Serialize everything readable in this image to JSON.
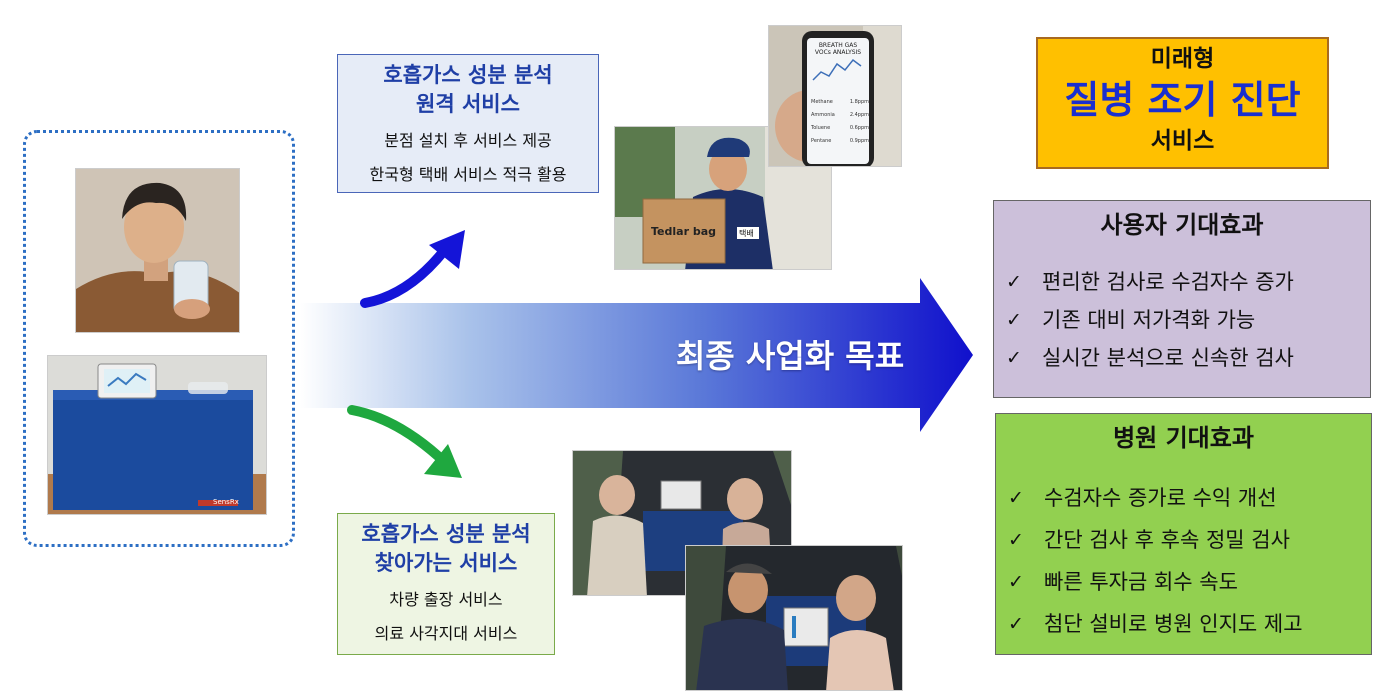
{
  "remote_service": {
    "title_line1": "호흡가스 성분 분석",
    "title_line2": "원격 서비스",
    "desc_line1": "분점 설치 후 서비스 제공",
    "desc_line2": "한국형 택배 서비스 적극 활용"
  },
  "visit_service": {
    "title_line1": "호흡가스 성분 분석",
    "title_line2": "찾아가는 서비스",
    "desc_line1": "차량 출장 서비스",
    "desc_line2": "의료 사각지대 서비스"
  },
  "center_goal": "최종 사업화 목표",
  "future_box": {
    "line1": "미래형",
    "line2": "질병 조기 진단",
    "line3": "서비스"
  },
  "user_effects": {
    "title": "사용자 기대효과",
    "items": [
      "편리한 검사로 수검자수 증가",
      "기존 대비 저가격화 가능",
      "실시간 분석으로 신속한 검사"
    ]
  },
  "hospital_effects": {
    "title": "병원 기대효과",
    "items": [
      "수검자수 증가로 수익 개선",
      "간단 검사 후 후속 정밀 검사",
      "빠른 투자금 회수 속도",
      "첨단 설비로 병원 인지도 제고"
    ]
  },
  "check_mark": "✓",
  "photos": {
    "phone_title_line1": "BREATH GAS",
    "phone_title_line2": "VOCs ANALYSIS",
    "phone_rows": [
      {
        "name": "Methane",
        "value": "1.8",
        "unit": "ppm"
      },
      {
        "name": "Ammonia",
        "value": "2.4",
        "unit": "ppm"
      },
      {
        "name": "Toluene",
        "value": "0.6",
        "unit": "ppm"
      },
      {
        "name": "Pentane",
        "value": "0.9",
        "unit": "ppm"
      }
    ],
    "box_label": "Tedlar bag",
    "courier_badge": "택배",
    "device_brand": "SensRx"
  },
  "colors": {
    "blue_arrow": "#1414d8",
    "green_arrow": "#1fa83f",
    "main_arrow_end": "#1010cc",
    "future_bg": "#ffc000",
    "future_text": "#1a2fd0",
    "user_bg": "#ccc0da",
    "hospital_bg": "#92d050",
    "frame_dots": "#2d6fc4"
  }
}
